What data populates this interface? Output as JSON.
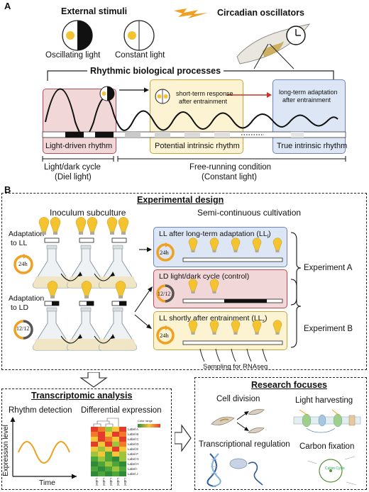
{
  "panel_a": {
    "letter": "A",
    "external_stimuli_title": "External stimuli",
    "oscillating_light": "Oscillating light",
    "constant_light": "Constant light",
    "circadian_oscillators": "Circadian oscillators",
    "rhythmic_processes_title": "Rhythmic biological processes",
    "short_term_line1": "short-term response",
    "short_term_line2": "after entrainment",
    "long_term_line1": "long-term adaptation",
    "long_term_line2": "after entrainment",
    "light_driven": "Light-driven rhythm",
    "potential_intrinsic": "Potential intrinsic rhythm",
    "true_intrinsic": "True intrinsic rhythm",
    "ld_cycle_line1": "Light/dark cycle",
    "ld_cycle_line2": "(Diel light)",
    "free_running_line1": "Free-running condition",
    "free_running_line2": "(Constant light)"
  },
  "panel_b": {
    "letter": "B",
    "experimental_design_title": "Experimental design",
    "inoculum_title": "Inoculum subculture",
    "semi_continuous_title": "Semi-continuous cultivation",
    "adaptation_ll_line1": "Adaptation",
    "adaptation_ll_line2": "to LL",
    "adaptation_ld_line1": "Adaptation",
    "adaptation_ld_line2": "to LD",
    "cycle_24h": "24h",
    "cycle_1212": "12/12",
    "ll_long_term": "LL after long-term adaptation (LL",
    "ll_long_term_sub": "l",
    "ll_long_term_end": ")",
    "ld_control": "LD light/dark cycle (control)",
    "ll_short": "LL shortly after entrainment (LL",
    "ll_short_sub": "s",
    "ll_short_end": ")",
    "experiment_a": "Experiment A",
    "experiment_b": "Experiment B",
    "sampling": "Sampling for RNAseq"
  },
  "transcriptomic": {
    "title": "Transcriptomic analysis",
    "rhythm_detection": "Rhythm detection",
    "differential_expression": "Differential expression",
    "y_axis": "Expression level",
    "x_axis": "Time",
    "color_range": "Color range",
    "heatmap_rows": [
      "Label A",
      "Label B",
      "Label C",
      "Label D",
      "Label E",
      "Label F",
      "Label G",
      "Label H",
      "Label I",
      "Label J"
    ],
    "heatmap_cols": [
      "Label",
      "Label",
      "Label",
      "Label",
      "Label"
    ]
  },
  "research": {
    "title": "Research focuses",
    "cell_division": "Cell division",
    "light_harvesting": "Light harvesting",
    "transcriptional_regulation": "Transcriptional regulation",
    "carbon_fixation": "Carbon fixation",
    "calvin_cycle": "Calvin Cycle"
  },
  "colors": {
    "light_driven_fill": "#f2d7d9",
    "light_driven_stroke": "#b44d55",
    "potential_fill": "#fbf3d2",
    "potential_stroke": "#c9a63c",
    "true_fill": "#dde6f4",
    "true_stroke": "#6b84b5",
    "bulb": "#f4c430",
    "arrow_red": "#c8332b",
    "wave_orange": "#f0a020"
  }
}
